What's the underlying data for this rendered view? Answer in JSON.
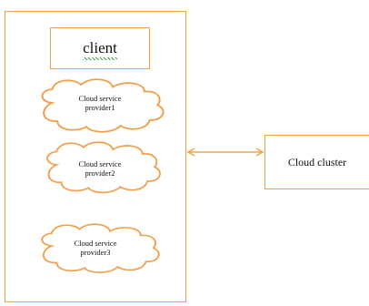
{
  "nodes": {
    "client": "client",
    "cloud_cluster": "Cloud cluster",
    "providers": [
      {
        "line1": "Cloud service",
        "line2": "provider1"
      },
      {
        "line1": "Cloud service",
        "line2": "provider2"
      },
      {
        "line1": "Cloud service",
        "line2": "provider3"
      }
    ]
  },
  "colors": {
    "outline": "#f0a04b",
    "arrow": "#f0a04b"
  }
}
